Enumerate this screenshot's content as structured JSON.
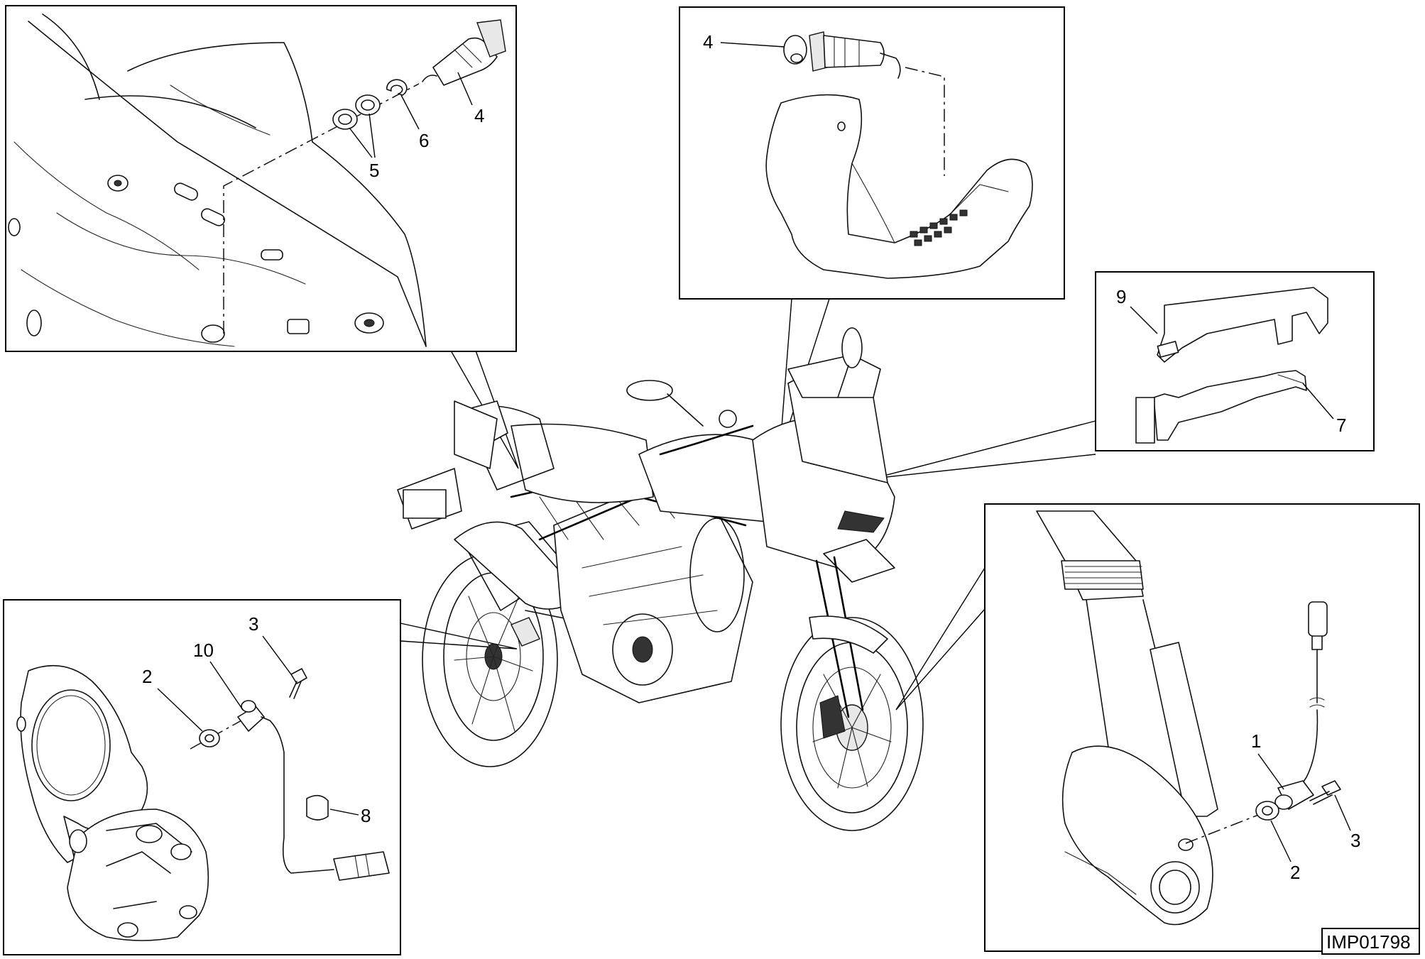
{
  "drawing_code": "IMP01798",
  "callouts": {
    "p1_4": "4",
    "p1_5": "5",
    "p1_6": "6",
    "p2_4": "4",
    "p3_9": "9",
    "p3_7": "7",
    "p4_1": "1",
    "p4_2": "2",
    "p4_3": "3",
    "p5_3": "3",
    "p5_10": "10",
    "p5_2": "2",
    "p5_8": "8"
  }
}
